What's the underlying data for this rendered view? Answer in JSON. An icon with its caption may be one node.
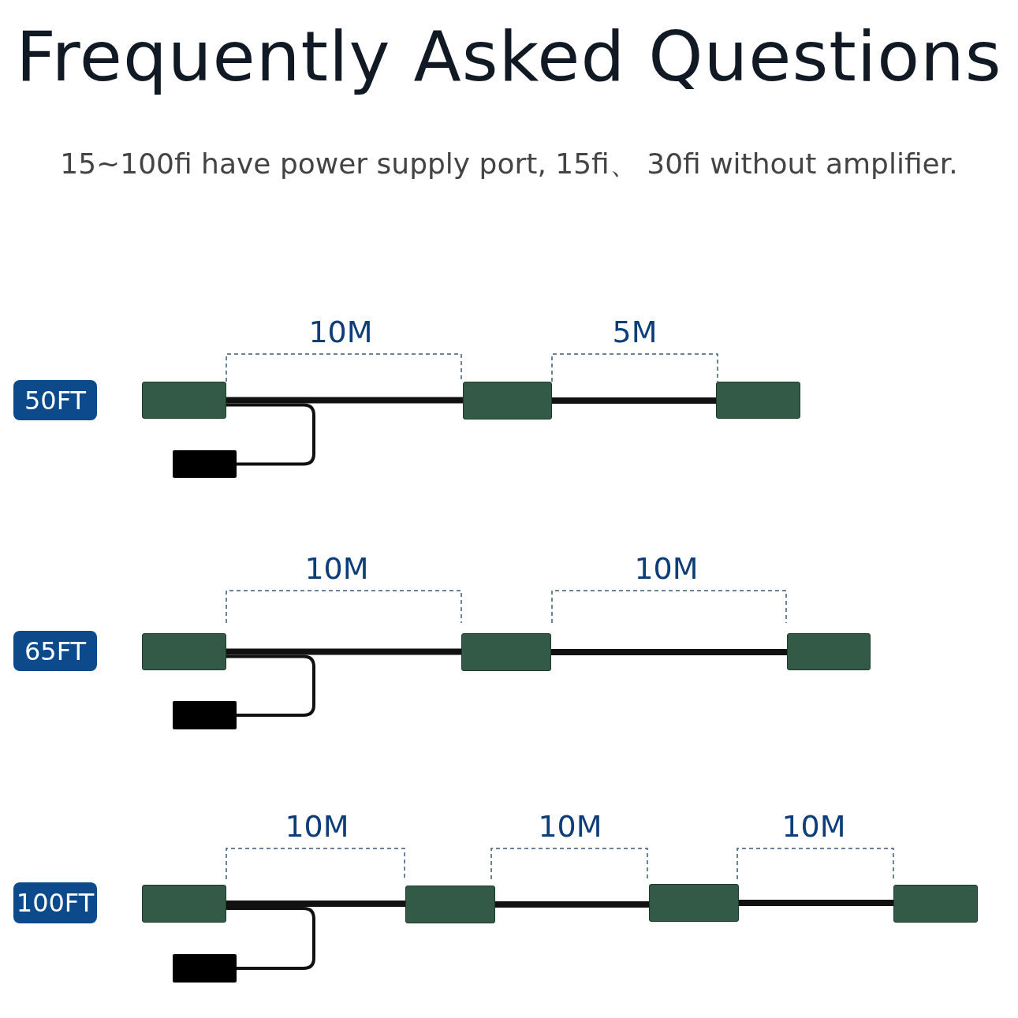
{
  "diagram": {
    "title": "Frequently Asked Questions",
    "caption": "15~100fi have power supply port, 15fi、 30fi without amplifier.",
    "nodes": [
      {
        "text": [
          "50FT"
        ]
      },
      {
        "text": [],
        "shape": "box"
      },
      {
        "text": [],
        "shape": "box"
      },
      {
        "text": [],
        "shape": "box"
      },
      {
        "text": [],
        "shape": "box"
      },
      {
        "text": [
          "65FT"
        ]
      },
      {
        "text": [],
        "shape": "box"
      },
      {
        "text": [],
        "shape": "box"
      },
      {
        "text": [],
        "shape": "box"
      },
      {
        "text": [],
        "shape": "box"
      },
      {
        "text": [
          "100FT"
        ]
      },
      {
        "text": [],
        "shape": "box"
      },
      {
        "text": [],
        "shape": "box"
      },
      {
        "text": [],
        "shape": "box"
      },
      {
        "text": [],
        "shape": "box"
      },
      {
        "text": [],
        "shape": "box"
      }
    ],
    "edges": [
      {
        "from": 1,
        "to": 2,
        "arrow": "none"
      },
      {
        "from": 2,
        "to": 3,
        "arrow": "none"
      },
      {
        "from": 1,
        "to": 4,
        "arrow": "none"
      },
      {
        "from": 6,
        "to": 7,
        "arrow": "none"
      },
      {
        "from": 7,
        "to": 8,
        "arrow": "none"
      },
      {
        "from": 6,
        "to": 9,
        "arrow": "none"
      },
      {
        "from": 11,
        "to": 12,
        "arrow": "none"
      },
      {
        "from": 12,
        "to": 13,
        "arrow": "none"
      },
      {
        "from": 13,
        "to": 14,
        "arrow": "none"
      },
      {
        "from": 11,
        "to": 15,
        "arrow": "none"
      }
    ],
    "labels": [
      "10M",
      "5M",
      "10M",
      "10M",
      "10M",
      "10M",
      "10M"
    ]
  }
}
